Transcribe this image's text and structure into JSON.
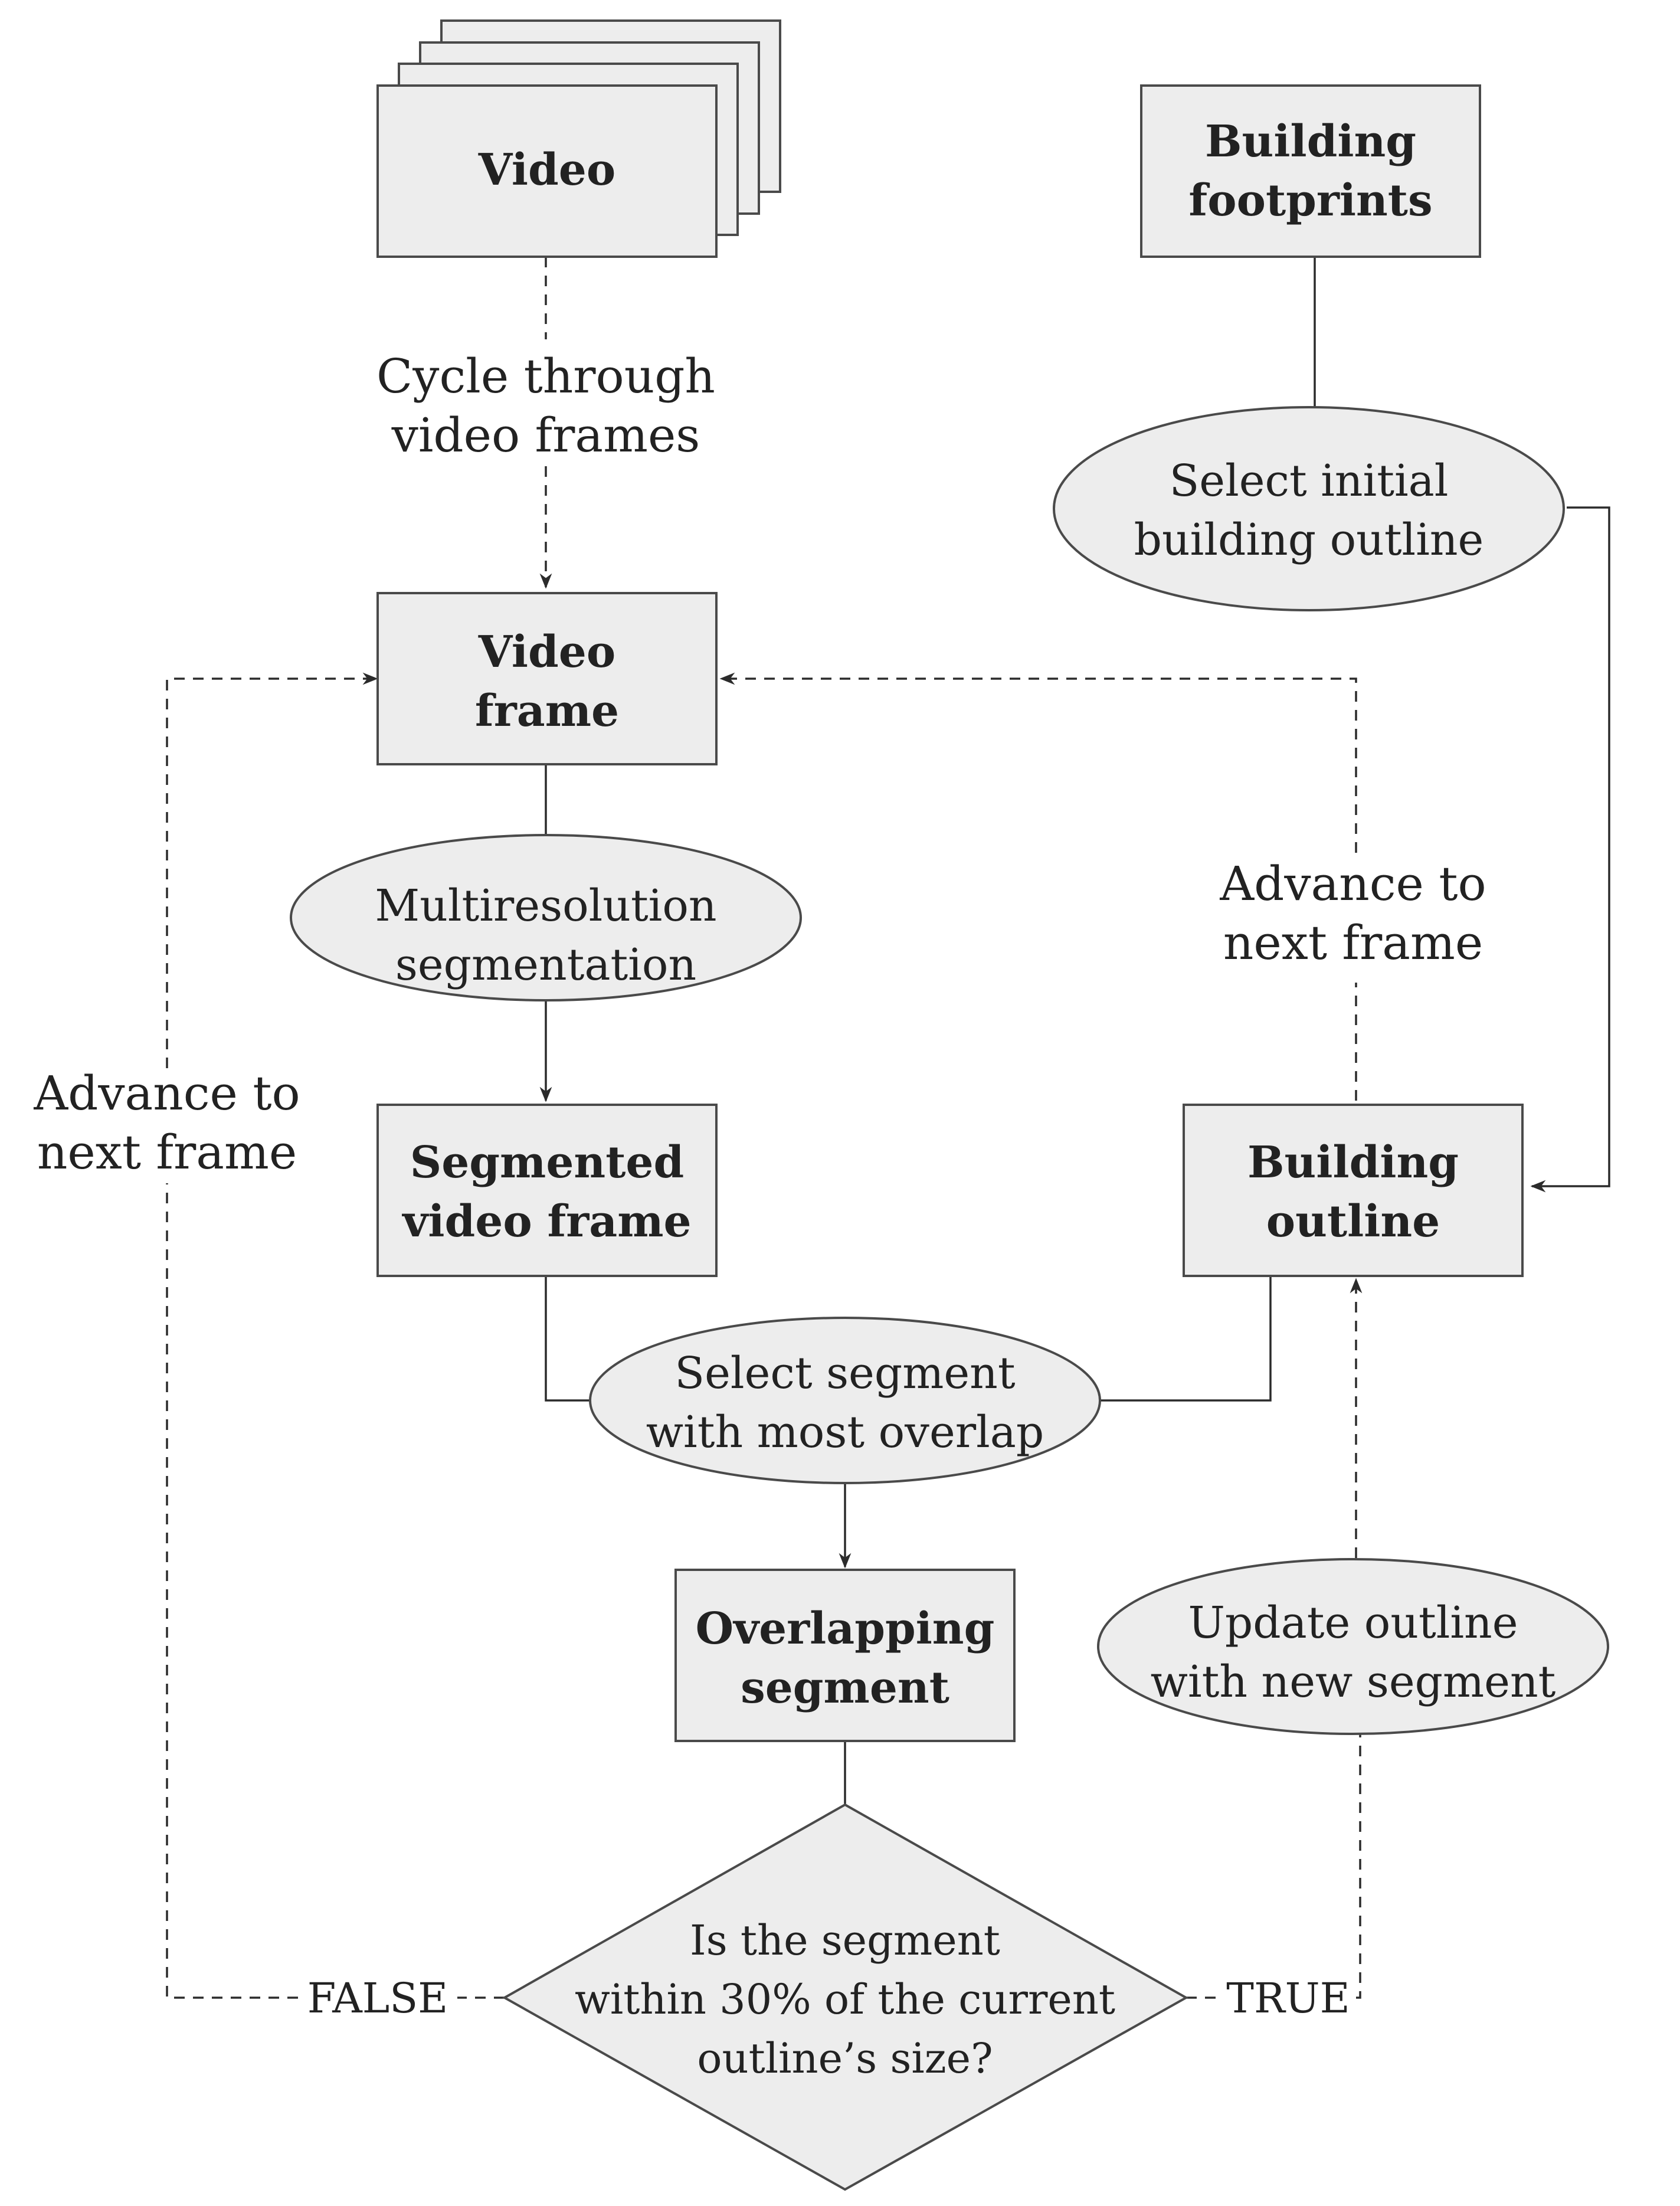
{
  "nodes": {
    "video": {
      "line1": "Video"
    },
    "footprints": {
      "line1": "Building",
      "line2": "footprints"
    },
    "select_initial": {
      "line1": "Select initial",
      "line2": "building outline"
    },
    "video_frame": {
      "line1": "Video",
      "line2": "frame"
    },
    "multires": {
      "line1": "Multiresolution",
      "line2": "segmentation"
    },
    "segmented": {
      "line1": "Segmented",
      "line2": "video frame"
    },
    "building_outline": {
      "line1": "Building",
      "line2": "outline"
    },
    "select_segment": {
      "line1": "Select segment",
      "line2": "with most overlap"
    },
    "overlapping": {
      "line1": "Overlapping",
      "line2": "segment"
    },
    "update_outline": {
      "line1": "Update outline",
      "line2": "with new segment"
    },
    "decision": {
      "line1": "Is the segment",
      "line2": "within 30% of the current",
      "line3": "outline’s size?"
    }
  },
  "edges": {
    "cycle": {
      "line1": "Cycle through",
      "line2": "video frames"
    },
    "advance_right": {
      "line1": "Advance to",
      "line2": "next frame"
    },
    "advance_left": {
      "line1": "Advance to",
      "line2": "next frame"
    },
    "false_label": "FALSE",
    "true_label": "TRUE"
  }
}
